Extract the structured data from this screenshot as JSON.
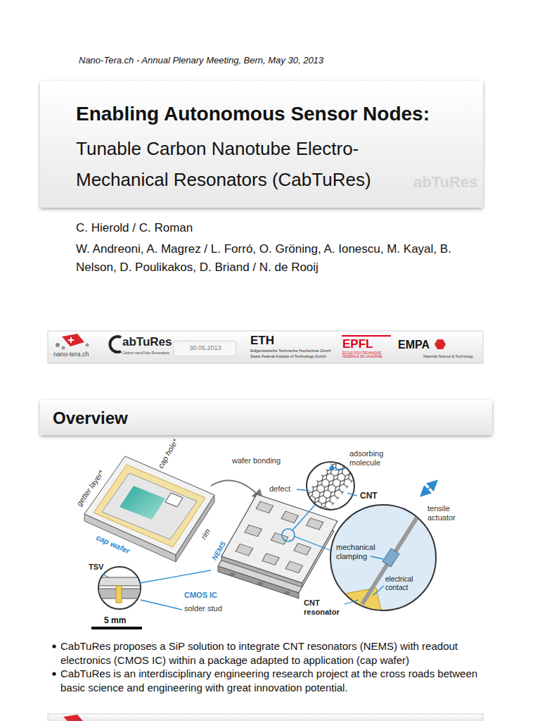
{
  "diagram": {
    "nodes": [
      {
        "text": [
          "Enabling Autonomous Sensor Nodes:",
          "Tunable Carbon Nanotube Electro-Mechanical Resonators (CabTuRes)"
        ]
      },
      {
        "text": [
          "30.05.2013"
        ]
      },
      {
        "text": [
          "Overview"
        ]
      }
    ],
    "labels": [
      "Nano-Tera.ch - Annual Plenary Meeting, Bern, May 30, 2013",
      "abTuRes",
      "C. Hierold / C. Roman",
      "W. Andreoni, A. Magrez / L. Forró, O. Gröning, A. Ionescu, M. Kayal, B. Nelson, D. Poulikakos, D. Briand / N. de Rooij",
      "nano-tera.ch",
      "abTuRes",
      "Carbon nanoTube Resonators",
      "ETH",
      "Eidgenössische Technische Hochschule Zürich",
      "Swiss Federal Institute of Technology Zurich",
      "EPFL",
      "ÉCOLE POLYTECHNIQUE FÉDÉRALE DE LAUSANNE",
      "EMPA",
      "Materials Science & Technology",
      "getter layer*",
      "cap hole*",
      "wafer bonding",
      "defect",
      "adsorbing molecule",
      "CNT",
      "tensile actuator",
      "rim",
      "NEMS",
      "cap wafer",
      "TSV",
      "mechanical clamping",
      "electrical contact",
      "CMOS IC",
      "solder stud",
      "CNT resonator",
      "5 mm",
      "CabTuRes proposes a SiP solution to integrate CNT resonators (NEMS) with readout electronics (CMOS IC) within a package adapted to application (cap wafer)",
      "CabTuRes is an interdisciplinary engineering research project at the cross roads between basic science and engineering with great innovation potential."
    ]
  }
}
